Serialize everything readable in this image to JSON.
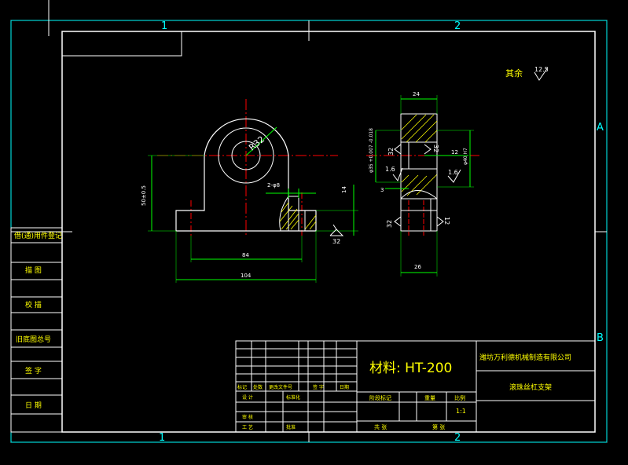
{
  "colors": {
    "background": "#000000",
    "frame": "#ffffff",
    "border": "#00ffff",
    "title_block": "#ffffff",
    "centerline": "#ff0000",
    "dimension": "#00ff00",
    "hatch": "#ffff00",
    "label_text": "#ffff00",
    "zone_text": "#00ffff"
  },
  "zones": {
    "top": [
      "1",
      "2"
    ],
    "bottom": [
      "1",
      "2"
    ],
    "right": [
      "A",
      "B"
    ]
  },
  "roughness_note": {
    "text": "其余",
    "value": "12.5"
  },
  "front_view": {
    "radius_label": "R32",
    "height_label": "50±0.5",
    "hole_label": "2-φ8",
    "width_inner_label": "84",
    "width_outer_label": "104",
    "small_label": "14",
    "roughness_right": "32"
  },
  "side_view": {
    "top_width_label": "24",
    "bore_label": "φ35 +0.007 -0.018",
    "bore_right_label": "φ40 H7",
    "dim_12": "12",
    "dim_3": "3",
    "bottom_width_label": "26",
    "roughness_left_top": "32",
    "roughness_right_top": "32",
    "roughness_left_mid": "1.6",
    "roughness_right_mid": "1.6",
    "roughness_left_bottom": "32",
    "roughness_right_bottom": "12"
  },
  "left_strip": {
    "labels": [
      "借(通)用件登记",
      "描 图",
      "校 描",
      "旧底图总号",
      "签 字",
      "日 期"
    ]
  },
  "title_block": {
    "material": "材料: HT-200",
    "company": "潍坊万利德机械制造有限公司",
    "part_name": "滚珠丝杠支架",
    "scale": "1:1",
    "header_cells": [
      "标记",
      "处数",
      "更改文件号",
      "签 字",
      "日期"
    ],
    "row_labels": [
      "设 计",
      "审 核",
      "工 艺"
    ],
    "standardize": "标准化",
    "approve": "批准",
    "stage_mark": "阶段标记",
    "weight": "重量",
    "ratio": "比例",
    "sheet_total": "共 张",
    "sheet_no": "第 张"
  }
}
